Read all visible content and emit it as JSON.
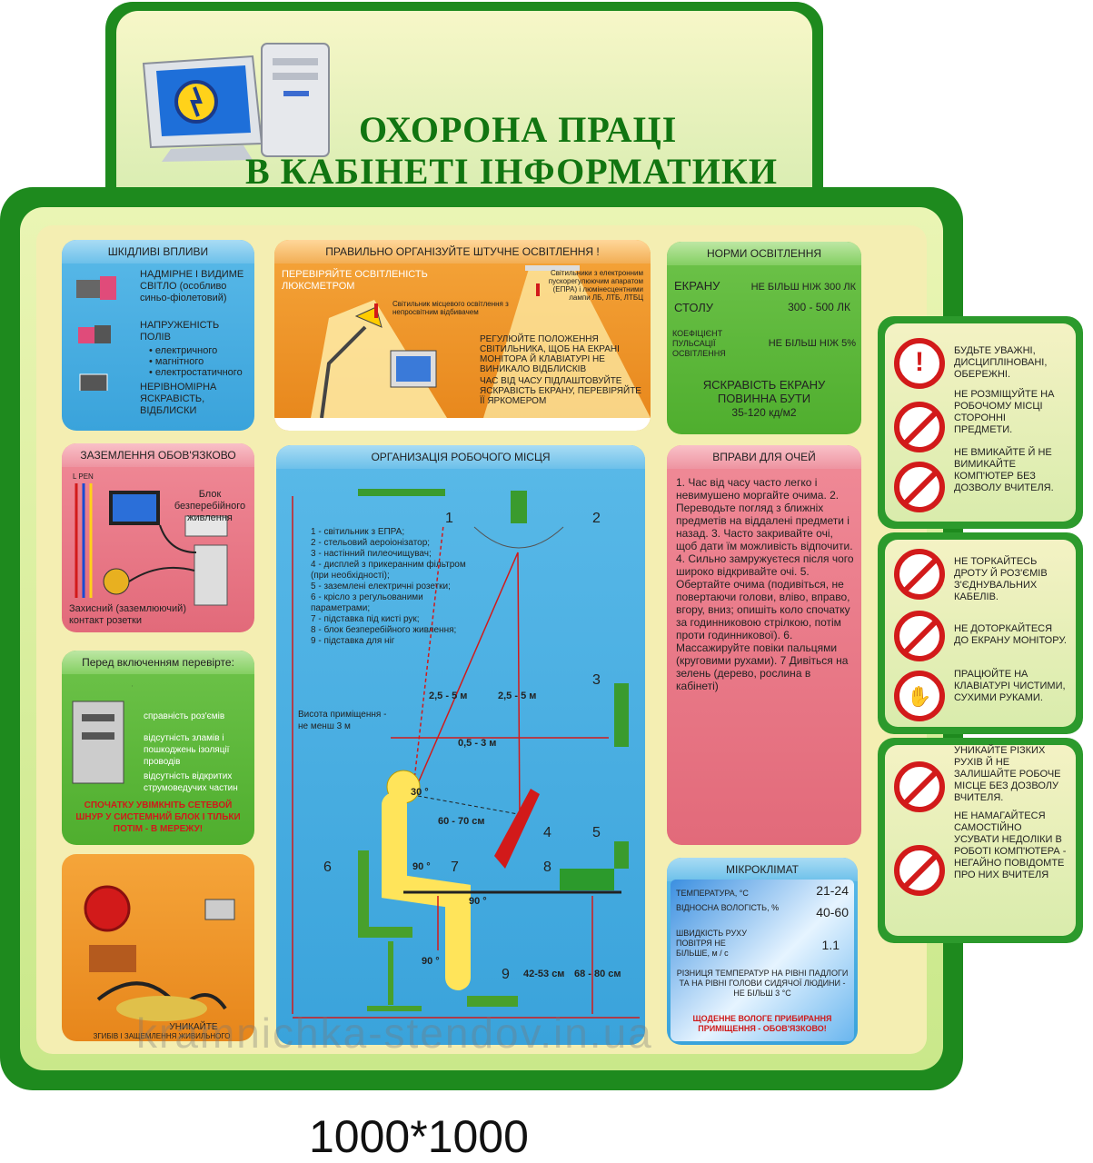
{
  "title": {
    "line1": "ОХОРОНА ПРАЦІ",
    "line2": "В КАБІНЕТІ ІНФОРМАТИКИ"
  },
  "harmful": {
    "header": "ШКІДЛИВІ ВПЛИВИ",
    "item1": "НАДМІРНЕ І ВИДИМЕ СВІТЛО (особливо синьо-фіолетовий)",
    "item2": "НАПРУЖЕНІСТЬ ПОЛІВ",
    "item2_list": [
      "• електричного",
      "• магнітного",
      "• електростатичного"
    ],
    "item3": "НЕРІВНОМІРНА ЯСКРАВІСТЬ, ВІДБЛИСКИ"
  },
  "lighting": {
    "header": "ПРАВИЛЬНО ОРГАНІЗУЙТЕ ШТУЧНЕ ОСВІТЛЕННЯ !",
    "check": "ПЕРЕВІРЯЙТЕ ОСВІТЛЕНІСТЬ ЛЮКСМЕТРОМ",
    "lamp_note": "Світильник місцевого освітлення з непросвітним відбивачем",
    "ceiling_note": "Світильники з електронним пускорегулюючим апаратом (ЕПРА) і люмінесцентними лампи ЛБ, ЛТБ, ЛТБЦ",
    "tip1": "РЕГУЛЮЙТЕ ПОЛОЖЕННЯ СВІТИЛЬНИКА, ЩОБ НА ЕКРАНІ МОНІТОРА Й КЛАВІАТУРІ НЕ ВИНИКАЛО ВІДБЛИСКІВ",
    "tip2": "ЧАС ВІД ЧАСУ ПІДЛАШТОВУЙТЕ ЯСКРАВІСТЬ ЕКРАНУ, ПЕРЕВІРЯЙТЕ ЇЇ ЯРКОМЕРОМ"
  },
  "norms": {
    "header": "НОРМИ ОСВІТЛЕННЯ",
    "rows": [
      {
        "label": "ЕКРАНУ",
        "value": "НЕ БІЛЬШ НІЖ 300 ЛК"
      },
      {
        "label": "СТОЛУ",
        "value": "300 - 500 ЛК"
      },
      {
        "label": "КОЕФІЦІЄНТ ПУЛЬСАЦІЇ ОСВІТЛЕННЯ",
        "value": "НЕ БІЛЬШ НІЖ 5%"
      }
    ],
    "brightness": "ЯСКРАВІСТЬ ЕКРАНУ ПОВИННА БУТИ",
    "brightness_value": "35-120 кд/м2"
  },
  "grounding": {
    "header": "ЗАЗЕМЛЕННЯ ОБОВ'ЯЗКОВО",
    "ups": "Блок безперебійного живлення",
    "contact": "Захисний (заземлюючий) контакт розетки",
    "wires": "L PEN"
  },
  "workplace": {
    "header": "ОРГАНИЗАЦІЯ РОБОЧОГО МІСЦЯ",
    "legend": [
      "1 - світильник з ЕПРА;",
      "2 - стельовий аероіонізатор;",
      "3 - настінний пилеочищувач;",
      "4 - дисплей з прикеранним фільтром (при необхідності);",
      "5 - заземлені електричні розетки;",
      "6 - крісло з регульованими параметрами;",
      "7 - підставка під кисті рук;",
      "8 - блок безперебійного живлення;",
      "9 - підставка для ніг"
    ],
    "height": "Висота приміщення - не менш 3 м",
    "dist1": "2,5 - 5 м",
    "dist2": "2,5 - 5 м",
    "dist3": "0,5 - 3 м",
    "eye_dist": "60 - 70 см",
    "angle1": "30 °",
    "angle2": "90 °",
    "angle3": "90 °",
    "angle4": "90 °",
    "table_h1": "42-53 см",
    "table_h2": "68 - 80 см",
    "n1": "1",
    "n2": "2",
    "n3": "3",
    "n4": "4",
    "n5": "5",
    "n6": "6",
    "n7": "7",
    "n8": "8",
    "n9": "9"
  },
  "eyes": {
    "header": "ВПРАВИ ДЛЯ ОЧЕЙ",
    "text": "1. Час від часу часто легко і невимушено моргайте очима. 2. Переводьте погляд з ближніх предметів на віддалені предмети і назад. 3. Часто закривайте очі, щоб дати їм можливість відпочити. 4. Сильно замружуєтеся після чого широко відкривайте очі. 5. Обертайте очима (подивіться, не повертаючи голови, вліво, вправо, вгору, вниз; опишіть коло спочатку за годинниковою стрілкою, потім проти годинникової). 6. Массажируйте повіки пальцями (круговими рухами). 7 Дивіться на зелень (дерево, рослина в кабінеті)"
  },
  "before": {
    "header": "Перед включенням перевірте:",
    "items": [
      "справність роз'ємів",
      "відсутність зламів і пошкоджень ізоляції проводів",
      "відсутність відкритих струмоведучих частин"
    ],
    "warning": "СПОЧАТКУ УВІМКНІТЬ СЕТЕВОЙ ШНУР У СИСТЕМНИЙ БЛОК І ТІЛЬКИ ПОТІМ - В МЕРЕЖУ!"
  },
  "cable": {
    "avoid": "УНИКАЙТЕ",
    "warning": "ЗГИБІВ І ЗАЩЕМЛЕННЯ ЖИВИЛЬНОГО КАБЕЛЮ"
  },
  "climate": {
    "header": "МІКРОКЛІМАТ",
    "rows": [
      {
        "label": "ТЕМПЕРАТУРА, °С",
        "value": "21-24"
      },
      {
        "label": "ВІДНОСНА ВОЛОГІСТЬ, %",
        "value": "40-60"
      },
      {
        "label": "ШВИДКІСТЬ РУХУ ПОВІТРЯ НЕ БІЛЬШЕ, м / с",
        "value": "1.1"
      }
    ],
    "diff": "РІЗНИЦЯ ТЕМПЕРАТУР НА РІВНІ ПАДЛОГИ ТА НА РІВНІ ГОЛОВИ СИДЯЧОЇ ЛЮДИНИ - НЕ БІЛЬШ 3 °С",
    "cleaning": "ЩОДЕННЕ ВОЛОГЕ ПРИБИРАННЯ ПРИМІЩЕННЯ - ОБОВ'ЯЗКОВО!"
  },
  "side": {
    "block1": [
      "БУДЬТЕ УВАЖНІ, ДИСЦИПЛІНОВАНІ, ОБЕРЕЖНІ.",
      "НЕ РОЗМІЩУЙТЕ НА РОБОЧОМУ МІСЦІ СТОРОННІ ПРЕДМЕТИ.",
      "НЕ ВМИКАЙТЕ Й НЕ ВИМИКАЙТЕ КОМП'ЮТЕР БЕЗ ДОЗВОЛУ ВЧИТЕЛЯ."
    ],
    "block2": [
      "НЕ ТОРКАЙТЕСЬ ДРОТУ Й РОЗ'ЄМІВ З'ЄДНУВАЛЬНИХ КАБЕЛІВ.",
      "НЕ ДОТОРКАЙТЕСЯ ДО ЕКРАНУ МОНІТОРУ.",
      "ПРАЦЮЙТЕ НА КЛАВІАТУРІ ЧИСТИМИ, СУХИМИ РУКАМИ."
    ],
    "block3": [
      "УНИКАЙТЕ РІЗКИХ РУХІВ Й НЕ ЗАЛИШАЙТЕ РОБОЧЕ МІСЦЕ БЕЗ ДОЗВОЛУ ВЧИТЕЛЯ.",
      "НЕ НАМАГАЙТЕСЯ САМОСТІЙНО УСУВАТИ НЕДОЛІКИ В РОБОТІ КОМП'ЮТЕРА - НЕГАЙНО ПОВІДОМТЕ ПРО НИХ ВЧИТЕЛЯ"
    ]
  },
  "watermark": "kramnichka-stendov.in.ua",
  "size_label": "1000*1000"
}
